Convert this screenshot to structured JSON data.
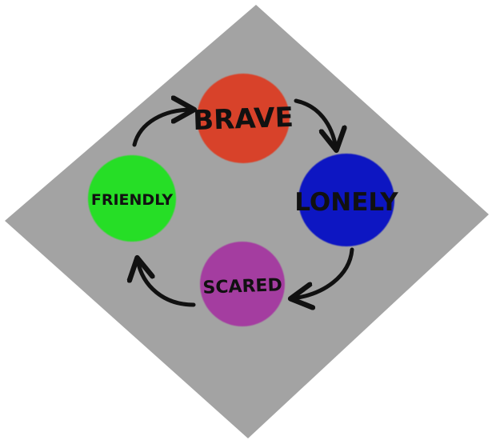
{
  "diagram": {
    "background_color": "#a3a3a3",
    "arrow_color": "#111111",
    "nodes": [
      {
        "id": "brave",
        "label": "BRAVE",
        "color": "#d8432b"
      },
      {
        "id": "lonely",
        "label": "LONELY",
        "color": "#1018c2"
      },
      {
        "id": "scared",
        "label": "SCARED",
        "color": "#a43ea0"
      },
      {
        "id": "friendly",
        "label": "FRIENDLY",
        "color": "#27de27"
      }
    ]
  }
}
